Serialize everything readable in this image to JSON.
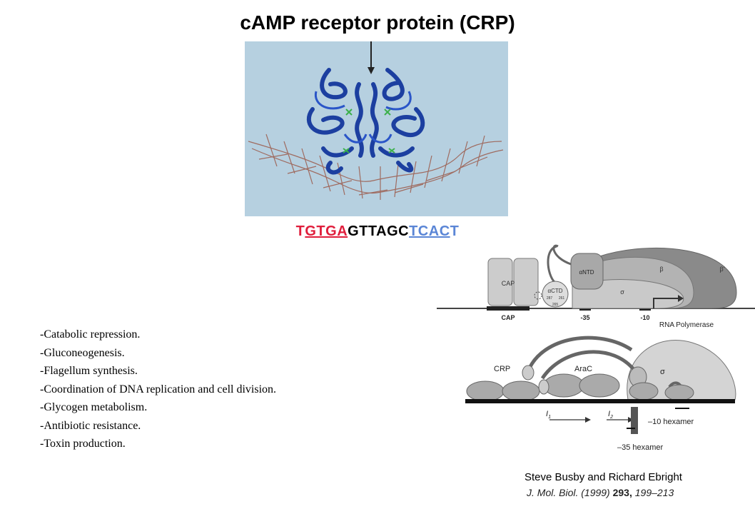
{
  "title": "cAMP receptor protein (CRP)",
  "sequence": {
    "parts": [
      {
        "text": "T",
        "color": "red",
        "underline": false
      },
      {
        "text": "GTGA",
        "color": "red",
        "underline": true
      },
      {
        "text": "GTTAGC",
        "color": "black",
        "underline": false
      },
      {
        "text": "TCAC",
        "color": "blue",
        "underline": true
      },
      {
        "text": "T",
        "color": "blue",
        "underline": false
      }
    ]
  },
  "functions": [
    "-Catabolic repression.",
    "-Gluconeogenesis.",
    "-Flagellum synthesis.",
    "-Coordination of DNA replication and cell division.",
    "-Glycogen metabolism.",
    "-Antibiotic resistance.",
    "-Toxin production."
  ],
  "diagram_top": {
    "cap_block": "CAP",
    "actd": "αCTD",
    "actd_nums": [
      "287",
      "261"
    ],
    "actd_265": "265",
    "antd": "αNTD",
    "beta": "β",
    "beta_prime": "β'",
    "sigma": "σ",
    "dna_labels": [
      "CAP",
      "-35",
      "-10"
    ],
    "rnap": "RNA Polymerase"
  },
  "diagram_bottom": {
    "crp": "CRP",
    "arac": "AraC",
    "sigma": "σ",
    "i1": "I",
    "i1_sub": "1",
    "i2": "I",
    "i2_sub": "2",
    "hex10": "–10 hexamer",
    "hex35": "–35 hexamer"
  },
  "credit": {
    "names": "Steve Busby and Richard Ebright",
    "ref_journal": "J. Mol. Biol.",
    "ref_year": "(1999)",
    "ref_volume": "293,",
    "ref_pages": "199–213"
  },
  "colors": {
    "protein_bg": "#b6d0e0",
    "protein": "#1c3fa0",
    "dna": "#9b5a4a",
    "red": "#e01e3c",
    "blue": "#5b86d6"
  }
}
